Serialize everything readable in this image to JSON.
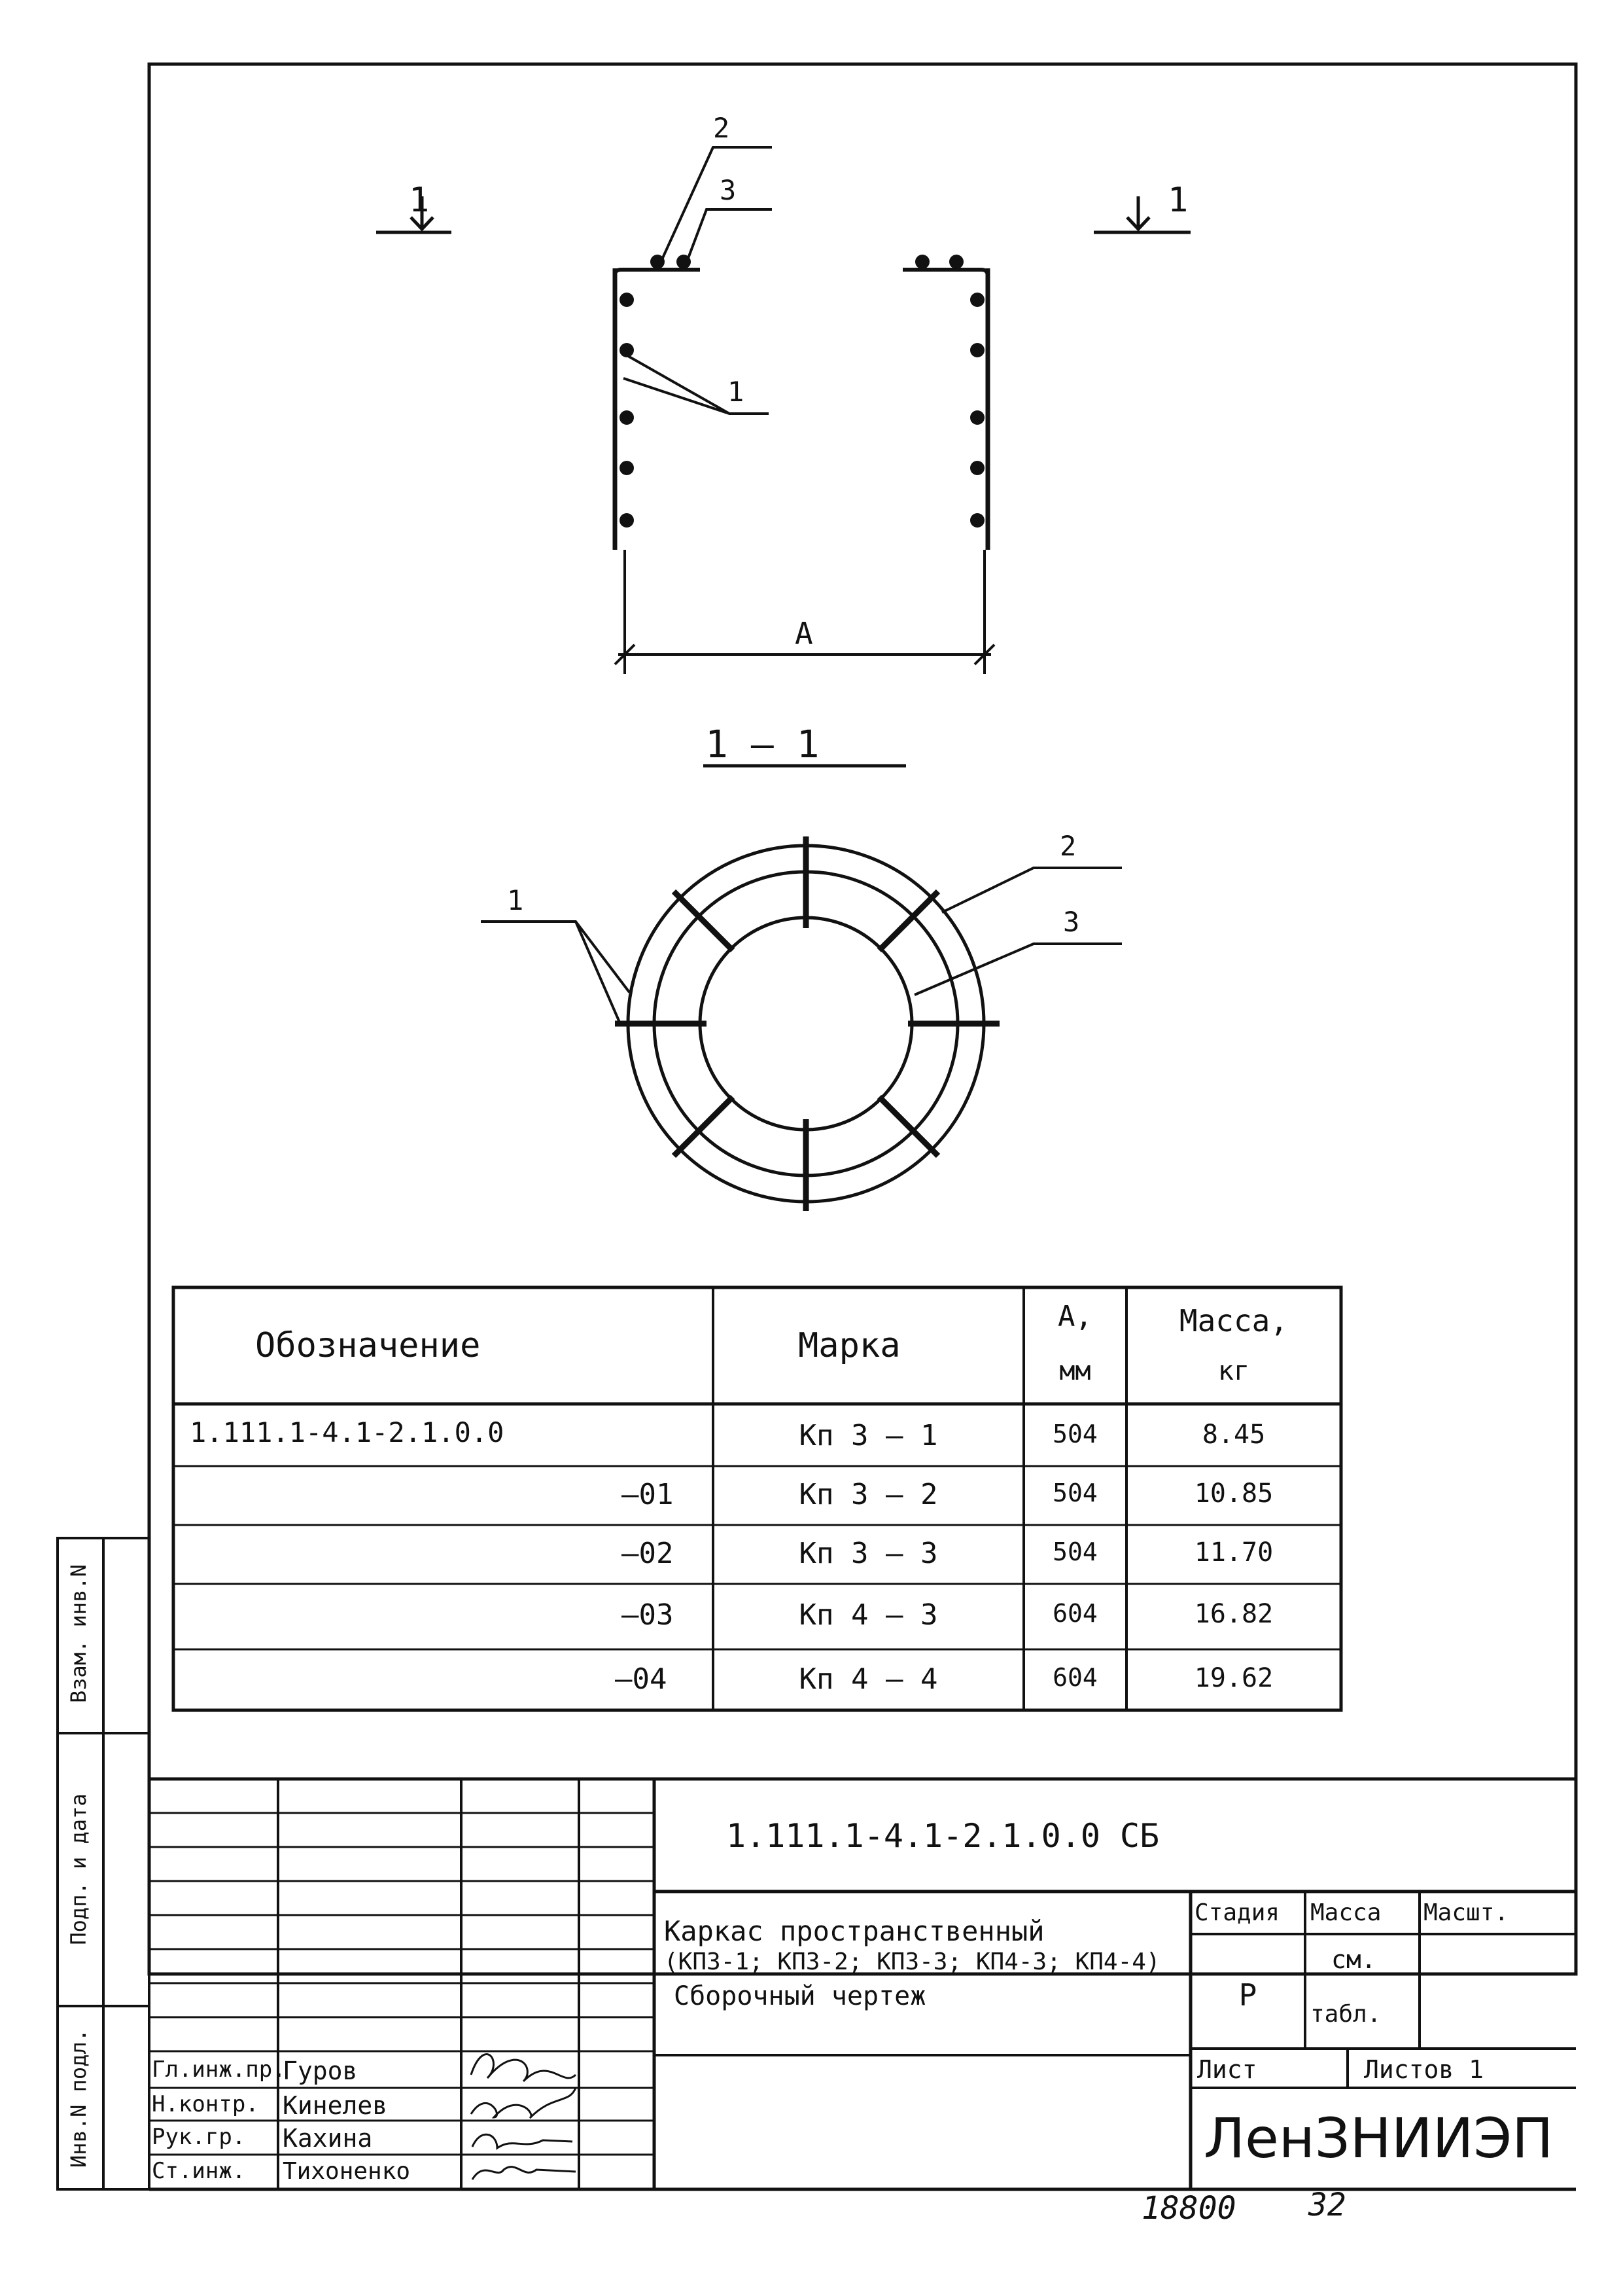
{
  "drawing": {
    "view_marker_left": "1",
    "view_marker_right": "1",
    "section_title": "1 — 1",
    "dimension_label": "А",
    "top_callouts": [
      "2",
      "3",
      "1"
    ],
    "section_callouts": [
      "1",
      "2",
      "3"
    ]
  },
  "spec_table": {
    "headers": {
      "designation": "Обозначение",
      "mark": "Марка",
      "a_top": "А,",
      "a_unit": "мм",
      "mass_top": "Масса,",
      "mass_unit": "кг"
    },
    "rows": [
      {
        "designation": "1.111.1-4.1-2.1.0.0",
        "mark": "Кп 3 — 1",
        "a": "504",
        "mass": "8.45"
      },
      {
        "designation": "—01",
        "mark": "Кп 3 — 2",
        "a": "504",
        "mass": "10.85"
      },
      {
        "designation": "—02",
        "mark": "Кп 3 — 3",
        "a": "504",
        "mass": "11.70"
      },
      {
        "designation": "—03",
        "mark": "Кп 4 — 3",
        "a": "604",
        "mass": "16.82"
      },
      {
        "designation": "—04",
        "mark": "Кп 4 — 4",
        "a": "604",
        "mass": "19.62"
      }
    ]
  },
  "side_stamp": {
    "fields": [
      "Взам. инв.N",
      "Подп. и дата",
      "Инв.N подл."
    ]
  },
  "title_block": {
    "document_code": "1.111.1-4.1-2.1.0.0 СБ",
    "title_line1": "Каркас пространственный",
    "title_line2": "(КП3-1; КП3-2; КП3-3; КП4-3; КП4-4)",
    "title_line3": "Сборочный чертеж",
    "stage_label": "Стадия",
    "mass_label": "Масса",
    "scale_label": "Масшт.",
    "stage_value": "Р",
    "mass_value_line1": "см.",
    "mass_value_line2": "табл.",
    "sheet_label": "Лист",
    "sheets_label": "Листов 1",
    "organization": "ЛенЗНИИЭП",
    "signatures": [
      {
        "role": "Гл.инж.пр.",
        "name": "Гуров"
      },
      {
        "role": "Н.контр.",
        "name": "Кинелев"
      },
      {
        "role": "Рук.гр.",
        "name": "Кахина"
      },
      {
        "role": "Ст.инж.",
        "name": "Тихоненко"
      }
    ]
  },
  "footer": {
    "number_left": "18800",
    "number_right": "32"
  }
}
